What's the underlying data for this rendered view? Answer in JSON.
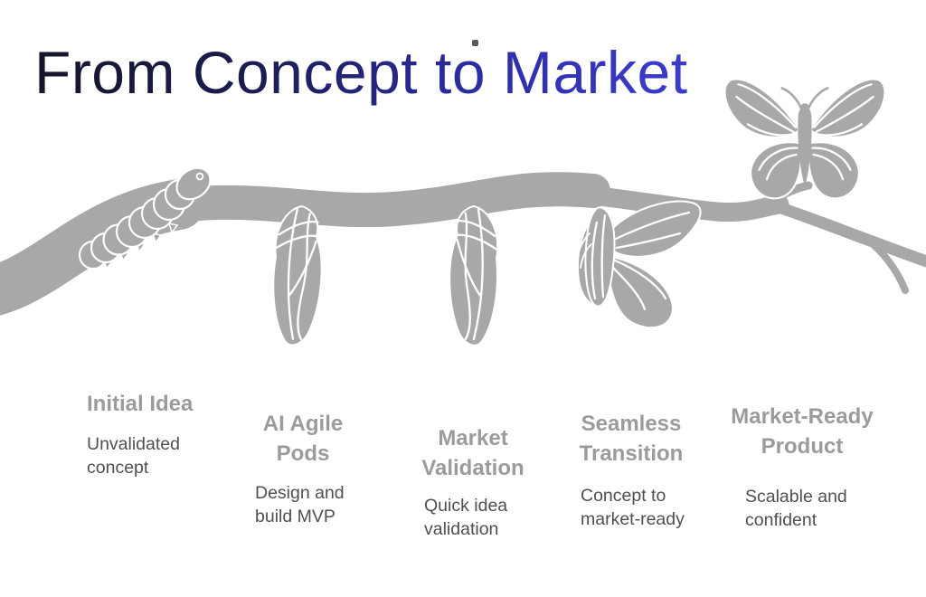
{
  "title": {
    "text": "From Concept to Market",
    "color_start": "#15152a",
    "color_end": "#3c3ccd"
  },
  "stages": [
    {
      "title": "Initial Idea",
      "description": "Unvalidated concept",
      "icon": "caterpillar-icon"
    },
    {
      "title": "AI Agile Pods",
      "description": "Design and build MVP",
      "icon": "chrysalis-icon"
    },
    {
      "title": "Market Validation",
      "description": "Quick idea validation",
      "icon": "chrysalis-icon"
    },
    {
      "title": "Seamless Transition",
      "description": "Concept to market-ready",
      "icon": "emerging-butterfly-icon"
    },
    {
      "title": "Market-Ready Product",
      "description": "Scalable and confident",
      "icon": "butterfly-icon"
    }
  ],
  "illustration": {
    "icons": [
      "branch-graphic",
      "caterpillar-icon",
      "chrysalis-icon",
      "chrysalis-icon",
      "emerging-butterfly-icon",
      "butterfly-icon"
    ],
    "color": "#a8a8a8"
  },
  "colors": {
    "background": "#ffffff",
    "stage_title": "#9b9b9b",
    "stage_description": "#4f4f4f"
  }
}
